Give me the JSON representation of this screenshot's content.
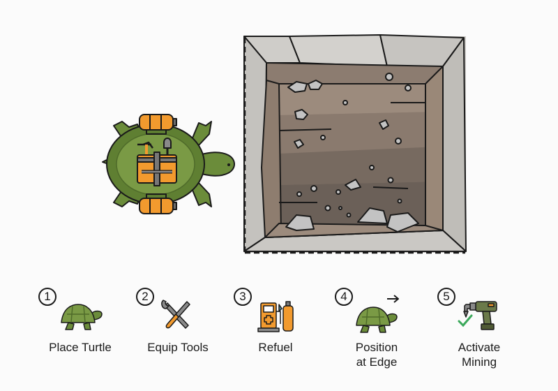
{
  "figure": {
    "description": "Turtle mining setup illustration",
    "colors": {
      "background": "#fbfbfb",
      "turtle_green": "#6b8c3a",
      "turtle_dark_green": "#4f6b2a",
      "fuel_orange": "#f29a2e",
      "tool_gray": "#8a8a8a",
      "rock_gray": "#c9c7c3",
      "dirt_light": "#9c8b7d",
      "dirt_dark": "#6b6058",
      "check_green": "#3aa85a"
    }
  },
  "main_illustration": {
    "turtle_label": "turtle-with-fuel-and-tools",
    "pit_label": "mining-pit"
  },
  "steps": [
    {
      "number": "1",
      "label": "Place Turtle",
      "icon": "turtle-icon"
    },
    {
      "number": "2",
      "label": "Equip Tools",
      "icon": "tools-icon"
    },
    {
      "number": "3",
      "label": "Refuel",
      "icon": "fuel-pump-icon"
    },
    {
      "number": "4",
      "label": "Position\nat Edge",
      "label_line1": "Position",
      "label_line2": "at Edge",
      "icon": "turtle-arrow-icon"
    },
    {
      "number": "5",
      "label": "Activate\nMining",
      "label_line1": "Activate",
      "label_line2": "Mining",
      "icon": "drill-check-icon"
    }
  ]
}
